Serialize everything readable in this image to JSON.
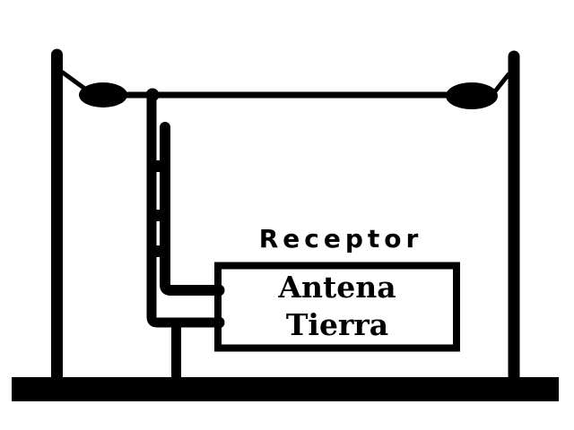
{
  "colors": {
    "ink": "#000000",
    "background": "#ffffff"
  },
  "diagram": {
    "receiver": {
      "title": "Receptor",
      "terminals": [
        {
          "label": "Antena"
        },
        {
          "label": "Tierra"
        }
      ]
    },
    "parts": [
      "left-mast",
      "right-mast",
      "left-insulator",
      "right-insulator",
      "antenna-wire",
      "junction-dot",
      "twin-lead-down-wire",
      "ground-wire",
      "ground-bar",
      "receiver-box"
    ]
  }
}
